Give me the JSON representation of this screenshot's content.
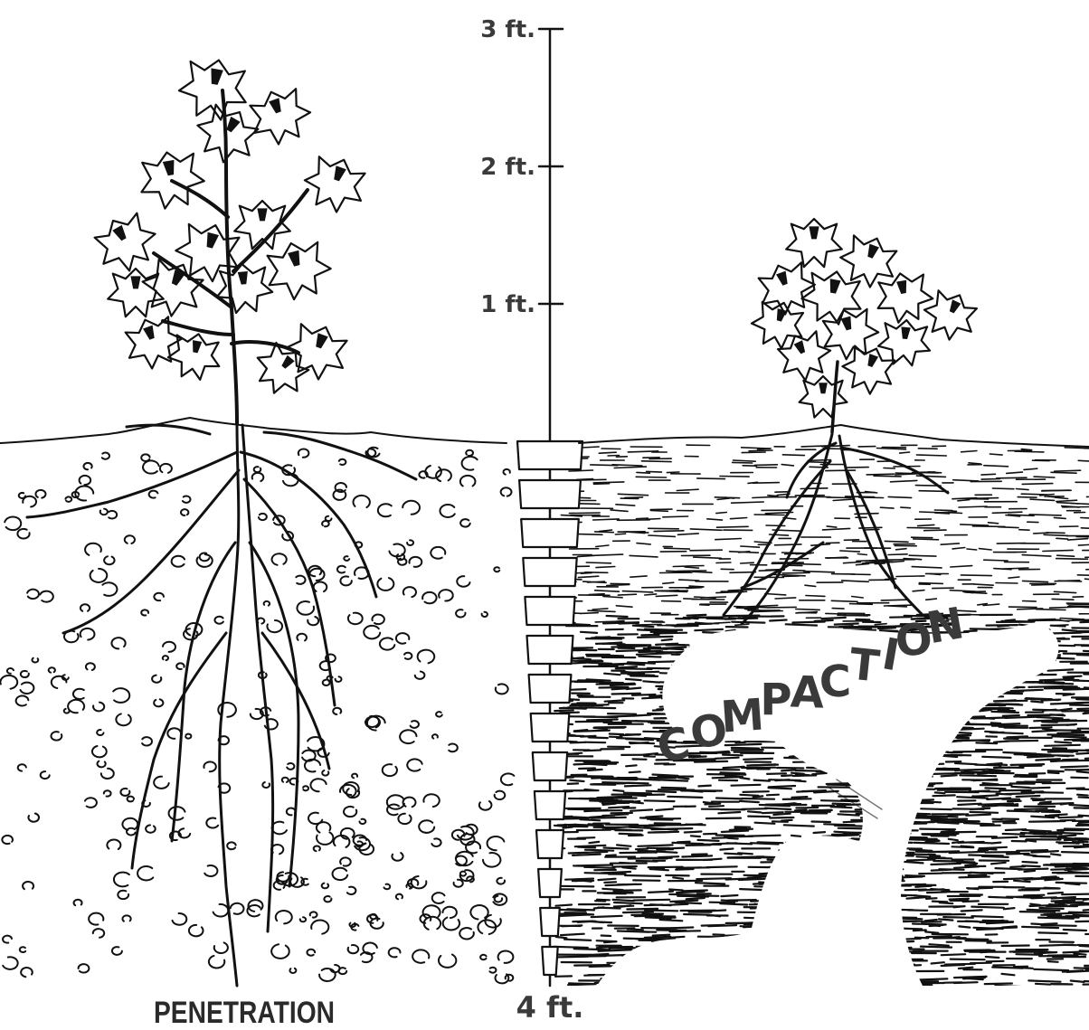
{
  "scale": {
    "ticks": [
      {
        "label": "3 ft.",
        "value": 3
      },
      {
        "label": "2 ft.",
        "value": 2
      },
      {
        "label": "1 ft.",
        "value": 1
      }
    ],
    "bottom_label": "4 ft."
  },
  "captions": {
    "left": "PENETRATION",
    "right_letters": [
      "C",
      "O",
      "M",
      "P",
      "A",
      "C",
      "T",
      "I",
      "O",
      "N"
    ]
  },
  "colors": {
    "ink": "#111111",
    "label": "#3a3a3a",
    "paper": "#ffffff"
  }
}
